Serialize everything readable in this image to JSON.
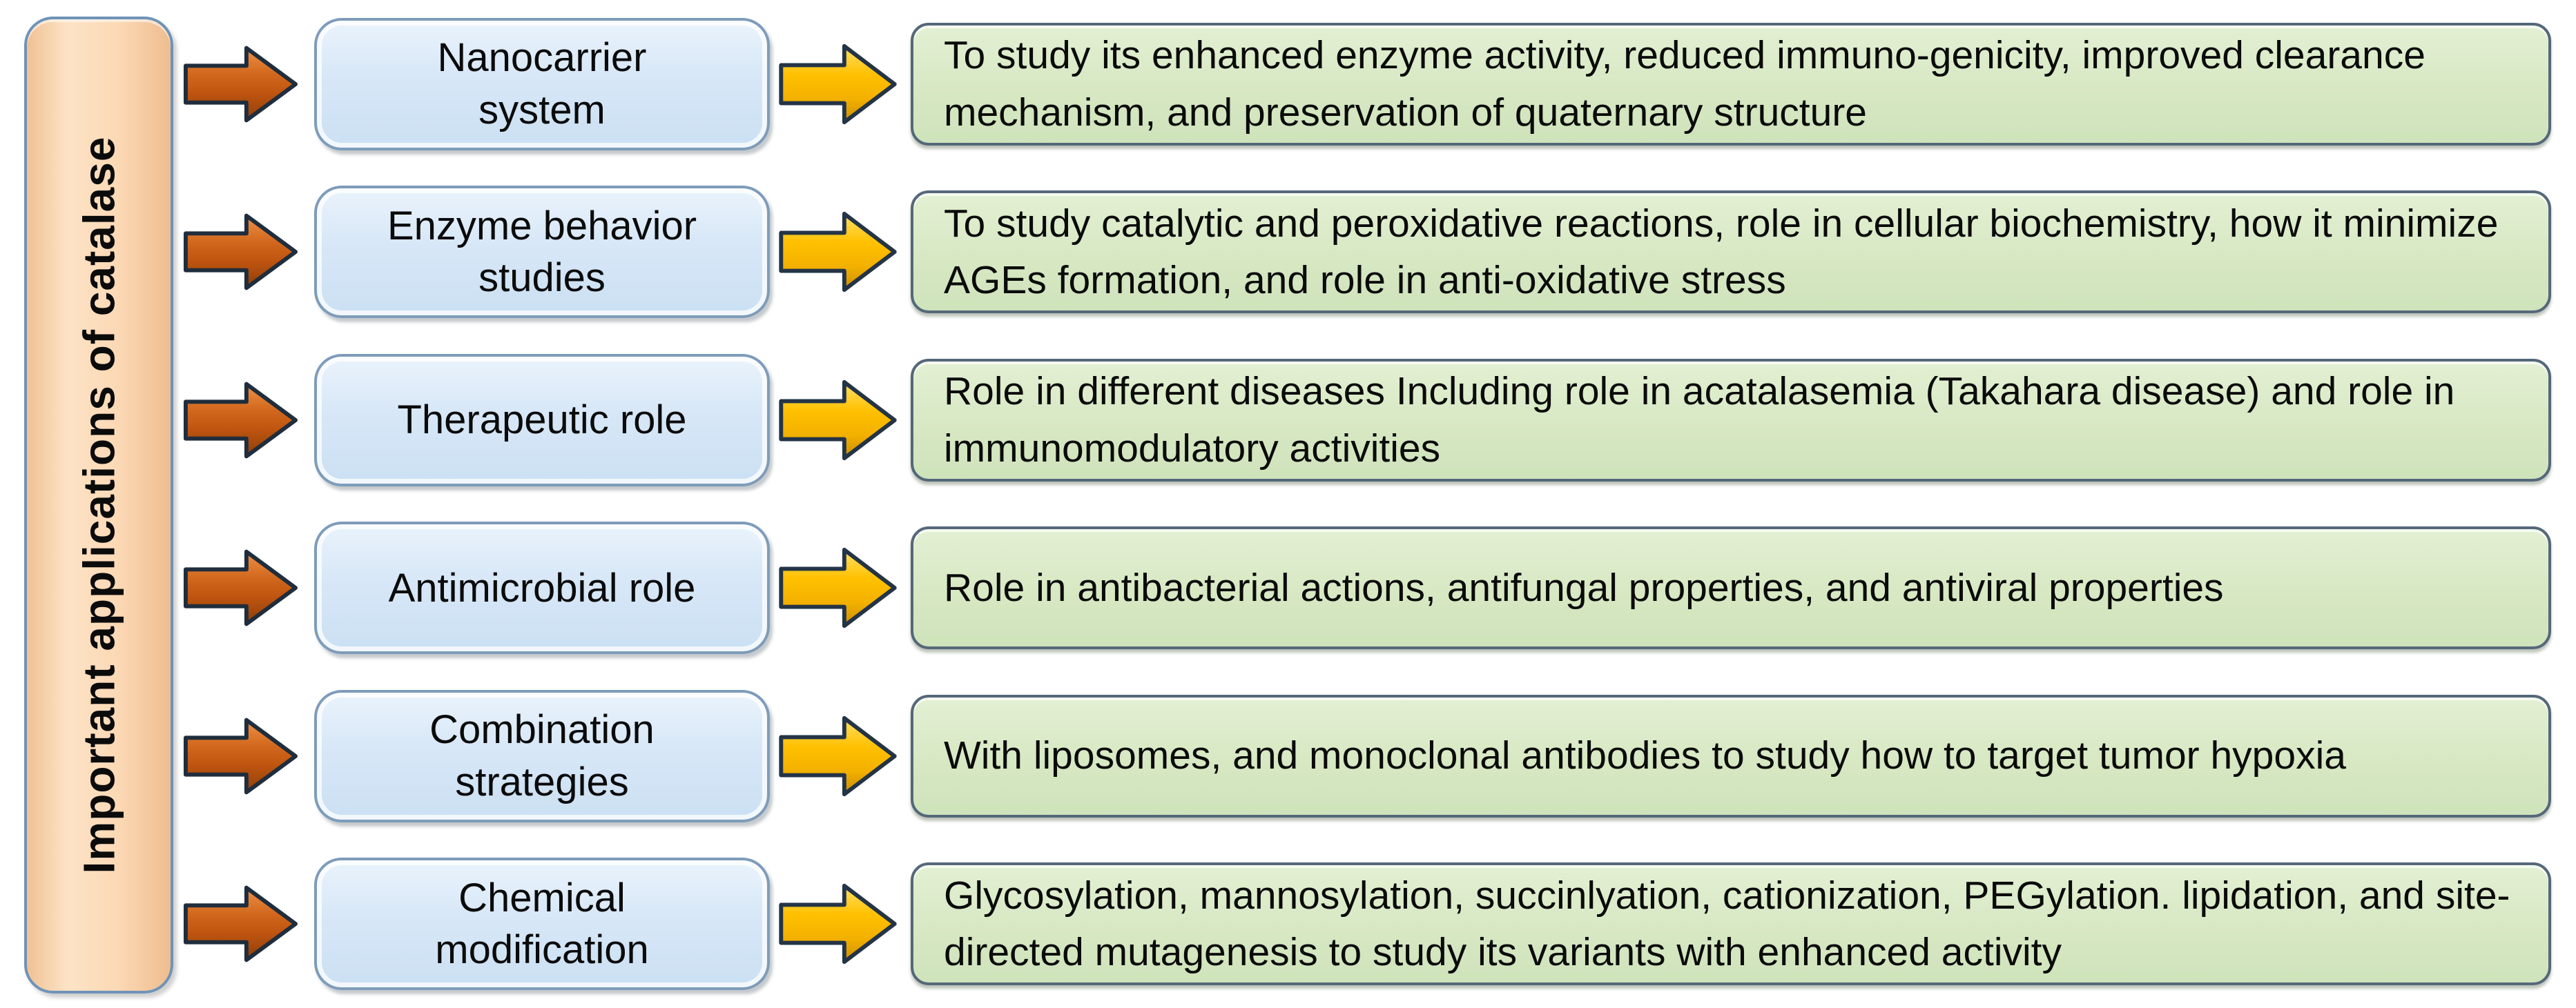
{
  "diagram": {
    "sidebar_label": "Important applications of catalase",
    "rows": [
      {
        "category": "Nanocarrier\nsystem",
        "description": "To study its enhanced enzyme activity, reduced immuno-genicity, improved clearance mechanism, and preservation of quaternary structure"
      },
      {
        "category": "Enzyme behavior\nstudies",
        "description": "To study catalytic and peroxidative reactions, role in cellular biochemistry, how it minimize AGEs formation, and role in anti-oxidative stress"
      },
      {
        "category": "Therapeutic role",
        "description": "Role in different diseases Including role in acatalasemia (Takahara disease) and role in immunomodulatory activities"
      },
      {
        "category": "Antimicrobial role",
        "description": "Role in antibacterial actions, antifungal properties, and antiviral properties"
      },
      {
        "category": "Combination\nstrategies",
        "description": "With liposomes, and monoclonal antibodies to study how to target tumor hypoxia"
      },
      {
        "category": "Chemical\nmodification",
        "description": "Glycosylation, mannosylation, succinlyation, cationization, PEGylation. lipidation, and site-directed mutagenesis to study its variants with enhanced activity"
      }
    ],
    "colors": {
      "banner_fill": "#fcd9b6",
      "banner_border": "#6e93b8",
      "category_box_fill": "#d7e7f7",
      "category_box_border": "#7e9cba",
      "description_box_fill": "#d7e8c3",
      "description_box_border": "#55687a",
      "orange_arrow": "#c85a14",
      "yellow_arrow": "#ffc000",
      "arrow_outline": "#1f2d3d"
    }
  }
}
